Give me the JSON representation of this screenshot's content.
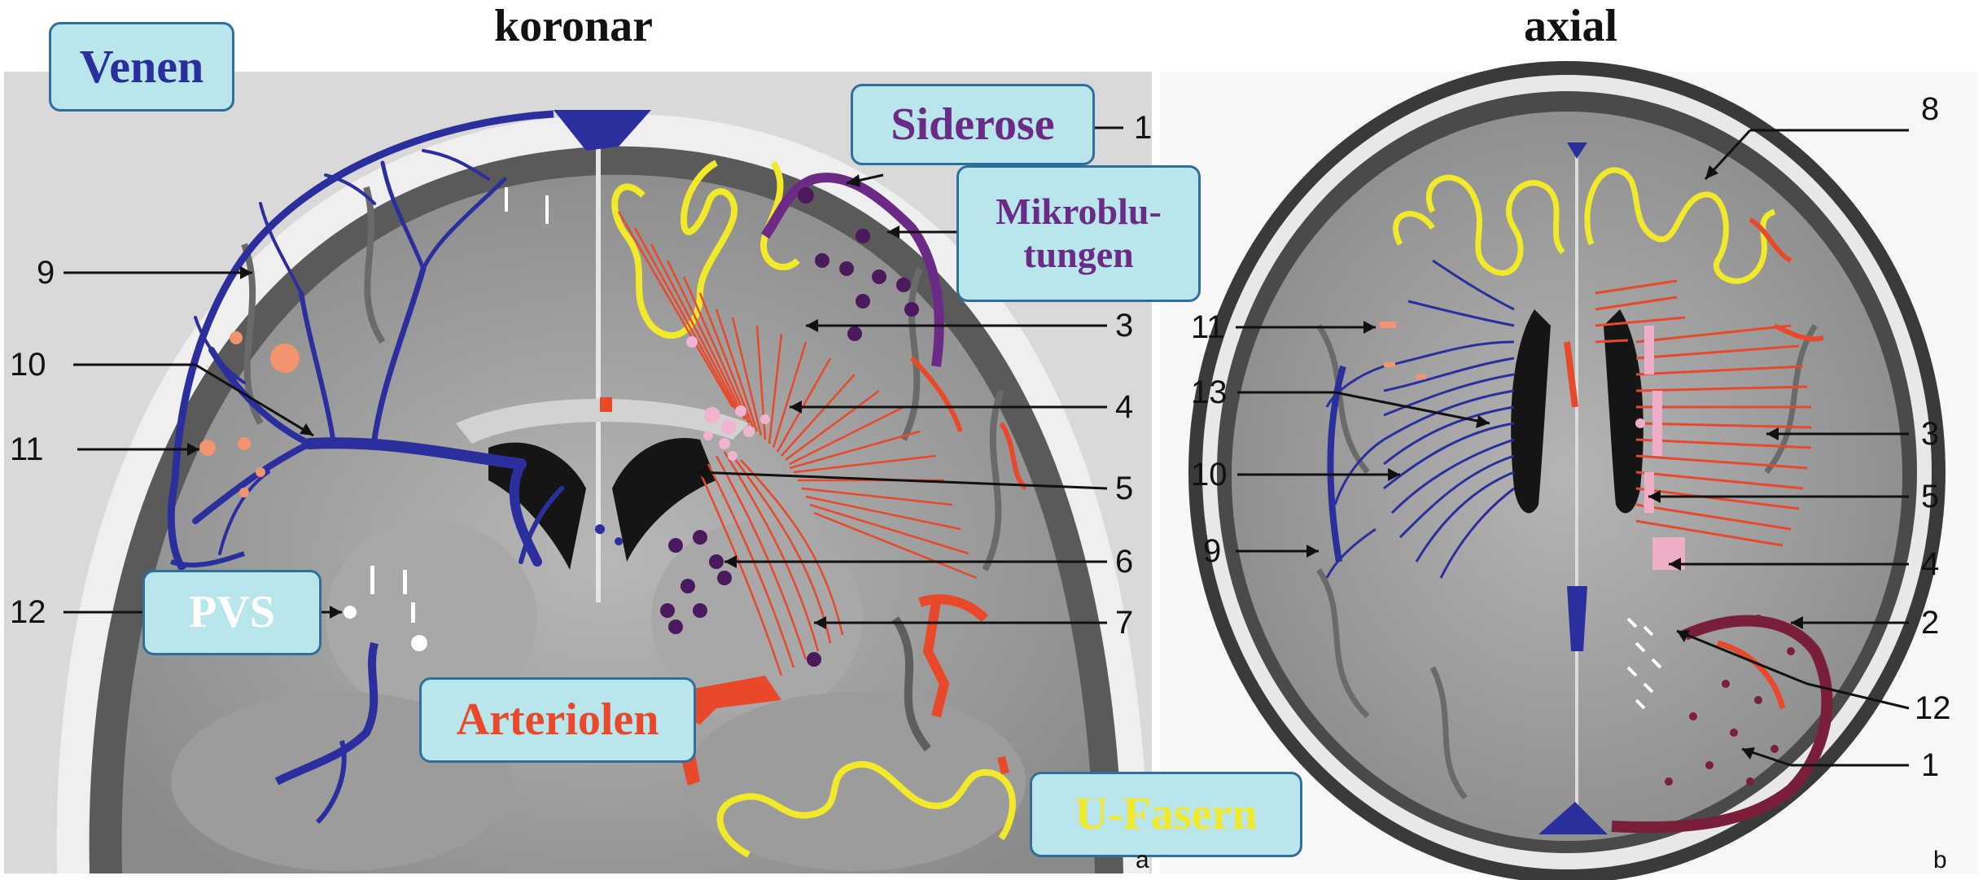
{
  "titles": {
    "coronal": "koronar",
    "axial": "axial"
  },
  "labels": {
    "venen": "Venen",
    "siderose": "Siderose",
    "mikroblutungen": "Mikroblu-\ntungen",
    "pvs": "PVS",
    "arteriolen": "Arteriolen",
    "ufasern": "U-Fasern"
  },
  "colors": {
    "venen": "#2b2f9e",
    "siderose": "#6b2a86",
    "mikroblutungen": "#6b2a86",
    "pvs": "#ffffff",
    "arteriolen": "#e8492b",
    "ufasern": "#f2e92a"
  },
  "coronal_numbers": {
    "n1": "1",
    "n3": "3",
    "n4": "4",
    "n5": "5",
    "n6": "6",
    "n7": "7",
    "n9": "9",
    "n10": "10",
    "n11": "11",
    "n12": "12"
  },
  "axial_numbers": {
    "n8": "8",
    "n11": "11",
    "n13": "13",
    "n10": "10",
    "n9": "9",
    "n3": "3",
    "n5": "5",
    "n4": "4",
    "n2": "2",
    "n12": "12",
    "n1": "1"
  },
  "panel_labels": {
    "a": "a",
    "b": "b"
  }
}
